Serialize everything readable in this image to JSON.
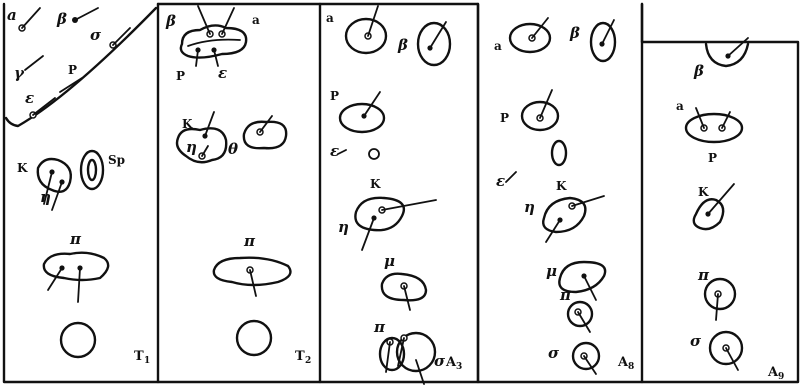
{
  "panels": [
    {
      "stage": "T",
      "stage_sub": "1"
    },
    {
      "stage": "T",
      "stage_sub": "2"
    },
    {
      "stage": "A",
      "stage_sub": "3"
    },
    {
      "stage": "A",
      "stage_sub": "8"
    },
    {
      "stage": "A",
      "stage_sub": "9"
    }
  ],
  "labels": {
    "a": "a",
    "beta": "β",
    "sigma": "σ",
    "gamma": "γ",
    "P": "P",
    "epsilon": "ε",
    "K": "K",
    "eta": "η",
    "Sp": "Sp",
    "pi": "π",
    "theta": "θ",
    "mu": "μ"
  }
}
